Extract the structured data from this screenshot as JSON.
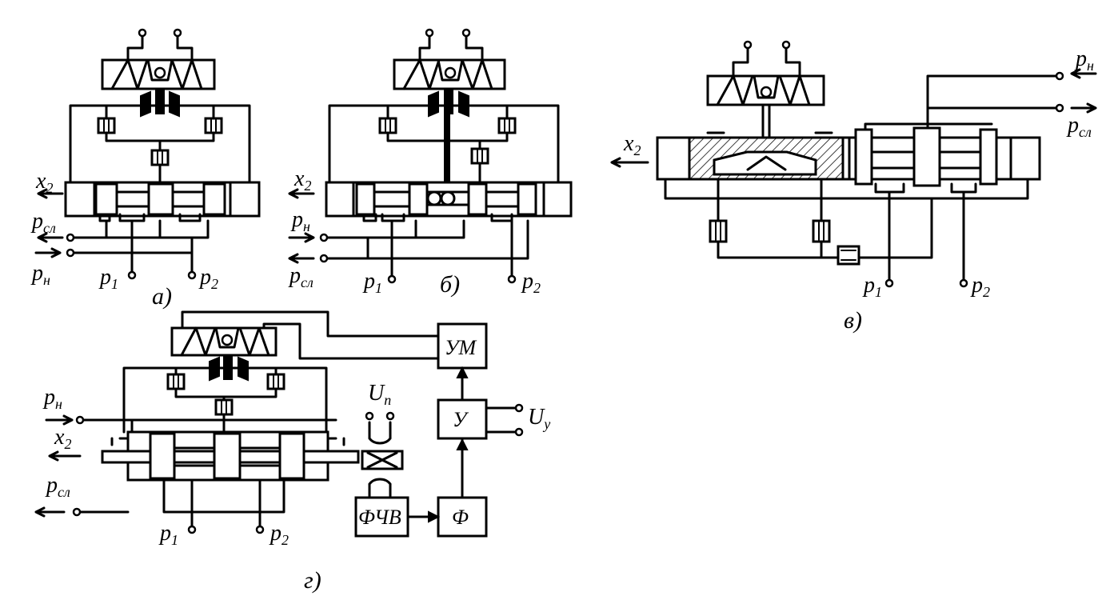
{
  "figure": {
    "a": {
      "caption": "а)",
      "x2": "x",
      "x2_sub": "2",
      "pcl": "p",
      "pcl_sub": "сл",
      "pn": "p",
      "pn_sub": "н",
      "p1": "p",
      "p1_sub": "1",
      "p2": "p",
      "p2_sub": "2"
    },
    "b": {
      "caption": "б)",
      "x2": "x",
      "x2_sub": "2",
      "pn": "p",
      "pn_sub": "н",
      "pcl": "p",
      "pcl_sub": "сл",
      "p1": "p",
      "p1_sub": "1",
      "p2": "p",
      "p2_sub": "2"
    },
    "v": {
      "caption": "в)",
      "x2": "x",
      "x2_sub": "2",
      "pn": "p",
      "pn_sub": "н",
      "pcl": "p",
      "pcl_sub": "сл",
      "p1": "p",
      "p1_sub": "1",
      "p2": "p",
      "p2_sub": "2"
    },
    "g": {
      "caption": "г)",
      "pn": "p",
      "pn_sub": "н",
      "x2": "x",
      "x2_sub": "2",
      "pcl": "p",
      "pcl_sub": "сл",
      "p1": "p",
      "p1_sub": "1",
      "p2": "p",
      "p2_sub": "2",
      "up": "U",
      "up_sub": "п",
      "uy": "U",
      "uy_sub": "у",
      "block_um": "УМ",
      "block_u": "У",
      "block_f": "Ф",
      "block_fchv": "ФЧВ"
    }
  }
}
